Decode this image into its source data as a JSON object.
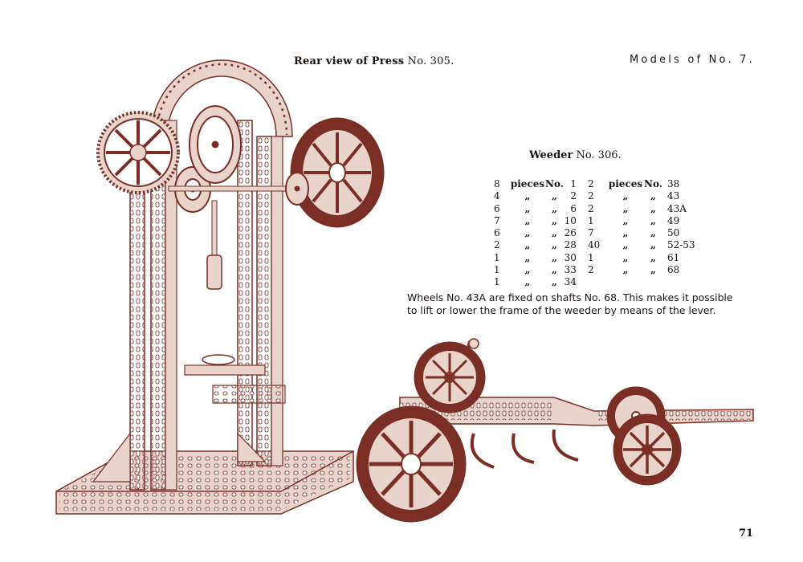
{
  "header": {
    "press_caption_bold": "Rear view of Press",
    "press_caption_rest": "No. 305.",
    "section_title": "Models of No. 7."
  },
  "weeder": {
    "title_bold": "Weeder",
    "title_rest": "No. 306."
  },
  "parts_left": [
    {
      "qty": "8",
      "ditto1": "pieces",
      "ditto2": "No.",
      "no": "1"
    },
    {
      "qty": "4",
      "ditto1": "„",
      "ditto2": "„",
      "no": "2"
    },
    {
      "qty": "6",
      "ditto1": "„",
      "ditto2": "„",
      "no": "6"
    },
    {
      "qty": "7",
      "ditto1": "„",
      "ditto2": "„",
      "no": "10"
    },
    {
      "qty": "6",
      "ditto1": "„",
      "ditto2": "„",
      "no": "26"
    },
    {
      "qty": "2",
      "ditto1": "„",
      "ditto2": "„",
      "no": "28"
    },
    {
      "qty": "1",
      "ditto1": "„",
      "ditto2": "„",
      "no": "30"
    },
    {
      "qty": "1",
      "ditto1": "„",
      "ditto2": "„",
      "no": "33"
    },
    {
      "qty": "1",
      "ditto1": "„",
      "ditto2": "„",
      "no": "34"
    }
  ],
  "parts_right": [
    {
      "qty": "2",
      "ditto1": "pieces",
      "ditto2": "No.",
      "no": "38"
    },
    {
      "qty": "2",
      "ditto1": "„",
      "ditto2": "„",
      "no": "43"
    },
    {
      "qty": "2",
      "ditto1": "„",
      "ditto2": "„",
      "no": "43A"
    },
    {
      "qty": "1",
      "ditto1": "„",
      "ditto2": "„",
      "no": "49"
    },
    {
      "qty": "7",
      "ditto1": "„",
      "ditto2": "„",
      "no": "50"
    },
    {
      "qty": "40",
      "ditto1": "„",
      "ditto2": "„",
      "no": "52-53"
    },
    {
      "qty": "1",
      "ditto1": "„",
      "ditto2": "„",
      "no": "61"
    },
    {
      "qty": "2",
      "ditto1": "„",
      "ditto2": "„",
      "no": "68"
    }
  ],
  "note": {
    "line1": "Wheels No. 43A are fixed on shafts No. 68. This makes it possible",
    "line2": "to lift or lower the frame of the weeder by means of the lever."
  },
  "page_number": "71",
  "colors": {
    "ink": "#1a1410",
    "illustration": "#7a2e24",
    "illustration_light": "#e9d4cc",
    "paper": "#ffffff"
  }
}
